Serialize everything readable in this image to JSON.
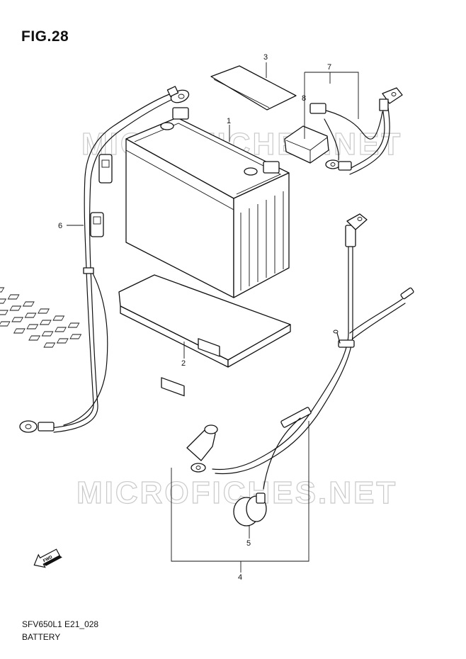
{
  "figure": {
    "title": "FIG.28",
    "code": "SFV650L1 E21_028",
    "name": "BATTERY"
  },
  "watermarks": [
    "MICROFICHES.NET",
    "MICROFICHES.NET"
  ],
  "callouts": [
    {
      "id": "1",
      "part": "battery"
    },
    {
      "id": "2",
      "part": "battery-tray"
    },
    {
      "id": "3",
      "part": "battery-label-sheet"
    },
    {
      "id": "4",
      "part": "negative-lead-harness"
    },
    {
      "id": "5",
      "part": "grommet"
    },
    {
      "id": "6",
      "part": "positive-lead-harness"
    },
    {
      "id": "7",
      "part": "starter-lead-wire"
    },
    {
      "id": "8",
      "part": "terminal-cover"
    }
  ],
  "icons": {
    "direction_arrow": "fwd-arrow-icon"
  },
  "direction_label": "FWD"
}
